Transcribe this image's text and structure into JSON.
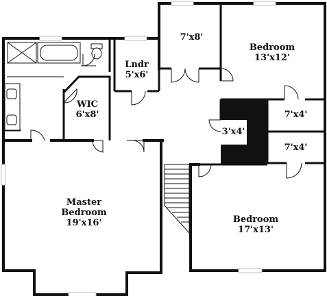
{
  "floorplan": {
    "rooms": [
      {
        "id": "bedroom-top",
        "name": "Bedroom",
        "dims": "13'x12'"
      },
      {
        "id": "closet-top",
        "name": "",
        "dims": "7'x8'"
      },
      {
        "id": "laundry",
        "name": "Lndr",
        "dims": "5'x6'"
      },
      {
        "id": "wic",
        "name": "WIC",
        "dims": "6'x8'"
      },
      {
        "id": "closet-small",
        "name": "",
        "dims": "3'x4'"
      },
      {
        "id": "closet-right-1",
        "name": "",
        "dims": "7'x4'"
      },
      {
        "id": "closet-right-2",
        "name": "",
        "dims": "7'x4'"
      },
      {
        "id": "master-bedroom",
        "name": "Master Bedroom",
        "name_line1": "Master",
        "name_line2": "Bedroom",
        "dims": "19'x16'"
      },
      {
        "id": "bedroom-bottom",
        "name": "Bedroom",
        "dims": "17'x13'"
      }
    ]
  },
  "colors": {
    "wall": "#111111",
    "window": "#bdbdbd",
    "background": "#ffffff"
  }
}
